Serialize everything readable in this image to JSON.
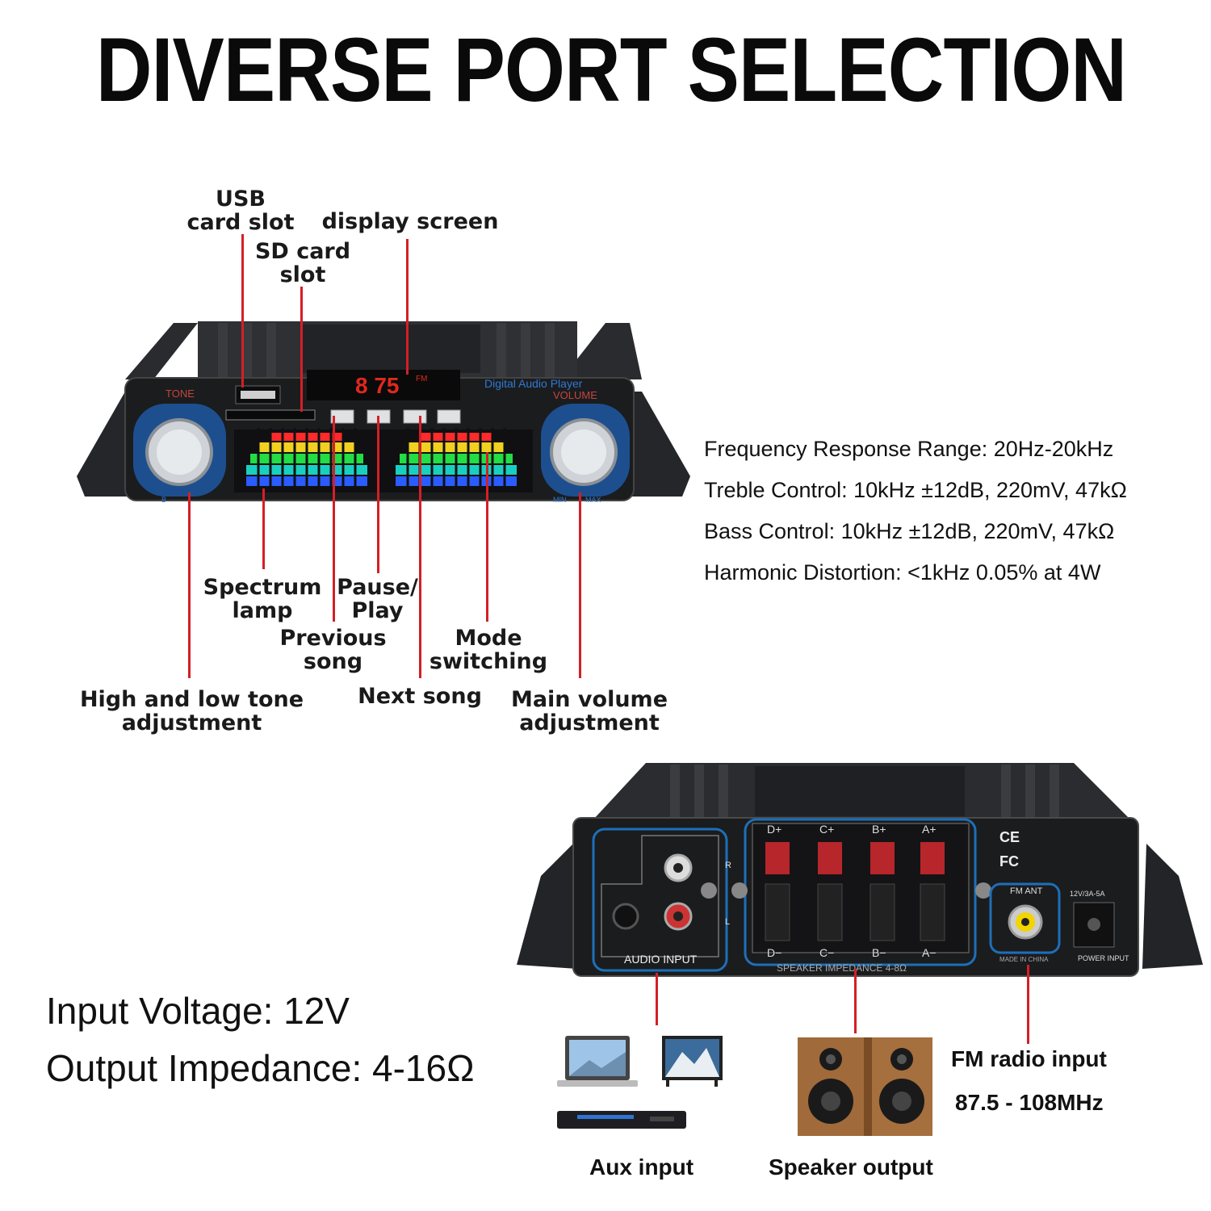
{
  "title": "DIVERSE PORT SELECTION",
  "front_panel": {
    "display_digits": "8 75",
    "display_unit": "FM",
    "brand_text": "Digital Audio Player",
    "tone_label": "TONE",
    "volume_label": "VOLUME",
    "min_label": "MIN",
    "max_label": "MAX",
    "b_label": "B"
  },
  "callouts": {
    "usb": "USB\ncard slot",
    "display": "display screen",
    "sd": "SD card\nslot",
    "spectrum": "Spectrum\nlamp",
    "pause": "Pause/\nPlay",
    "previous": "Previous\nsong",
    "mode": "Mode\nswitching",
    "next": "Next song",
    "tone_adj": "High and low tone\nadjustment",
    "volume_adj": "Main volume\nadjustment"
  },
  "specs": [
    "Frequency Response Range: 20Hz-20kHz",
    "Treble Control: 10kHz ±12dB, 220mV, 47kΩ",
    "Bass Control: 10kHz ±12dB, 220mV, 47kΩ",
    "Harmonic Distortion: <1kHz 0.05% at 4W"
  ],
  "rear_panel": {
    "audio_input": "AUDIO INPUT",
    "speaker_impedance": "SPEAKER IMPEDANCE 4-8Ω",
    "fm_ant": "FM ANT",
    "power": "12V/3A-5A",
    "power_input": "POWER\nINPUT",
    "made_in": "MADE IN CHINA",
    "terminals_top": [
      "D+",
      "C+",
      "B+",
      "A+"
    ],
    "terminals_bottom": [
      "D−",
      "C−",
      "B−",
      "A−"
    ],
    "ce": "CE",
    "fc": "FC",
    "r_label": "R",
    "l_label": "L"
  },
  "bottom": {
    "input_voltage": "Input Voltage: 12V",
    "output_impedance": "Output Impedance: 4-16Ω",
    "aux_input": "Aux input",
    "speaker_output": "Speaker output",
    "fm_radio": "FM radio input",
    "fm_range": "87.5 - 108MHz"
  },
  "colors": {
    "accent_red": "#d41f26",
    "highlight_blue": "#1d6fb8",
    "panel_black": "#1b1c1e"
  }
}
